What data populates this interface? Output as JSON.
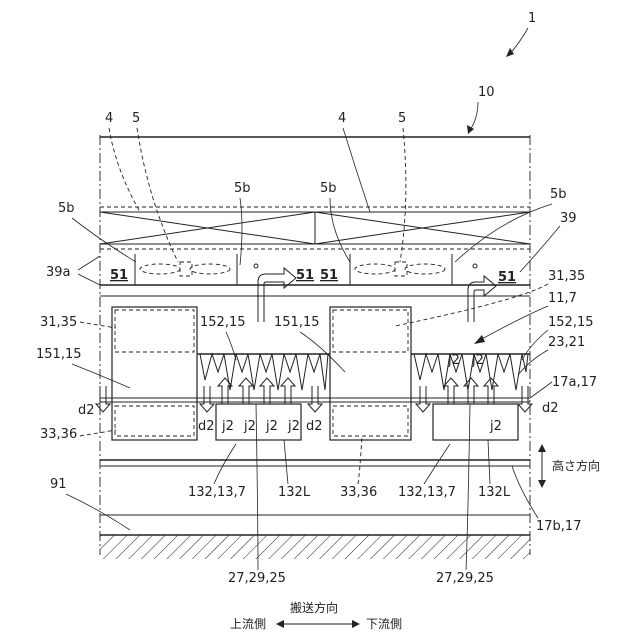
{
  "colors": {
    "ink": "#222222",
    "paper": "#ffffff"
  },
  "labels": {
    "fig_no": "1",
    "apparatus": "10",
    "lamp_left": "4",
    "lamp_right": "4",
    "fan_left": "5",
    "fan_right": "5",
    "vent_a": "5b",
    "vent_b": "5b",
    "vent_c": "5b",
    "vent_d": "5b",
    "wall_39": "39",
    "wall_39a": "39a",
    "sensor_51a": "51",
    "sensor_51b": "51",
    "sensor_51c": "51",
    "sensor_51d": "51",
    "mask_left": "31,35",
    "mask_right": "31,35",
    "roller_11": "11,7",
    "comb_left": "152,15",
    "comb_mid": "151,15",
    "comb_right": "152,15",
    "block_left": "151,15",
    "head_23": "23,21",
    "rail_17a": "17a,17",
    "gap_d2_left": "d2",
    "gap_d2_right": "d2",
    "gap_d2_a": "d2",
    "gap_d2_b": "d2",
    "jet_j2_a": "j2",
    "jet_j2_b": "j2",
    "jet_j2_c": "j2",
    "jet_j2_d": "j2",
    "jet_j2_e": "j2",
    "jet_j2_f": "j2",
    "jet_j2_g": "j2",
    "lower_left": "33,36",
    "lower_right": "33,36",
    "height_dir": "高さ方向",
    "unit_left": "132,13,7",
    "unit_right": "132,13,7",
    "unit_l_left": "132L",
    "unit_l_right": "132L",
    "floor": "91",
    "rail_17b": "17b,17",
    "nozzle_left": "27,29,25",
    "nozzle_right": "27,29,25",
    "convey_dir": "搬送方向",
    "upstream": "上流側",
    "downstream": "下流側"
  }
}
